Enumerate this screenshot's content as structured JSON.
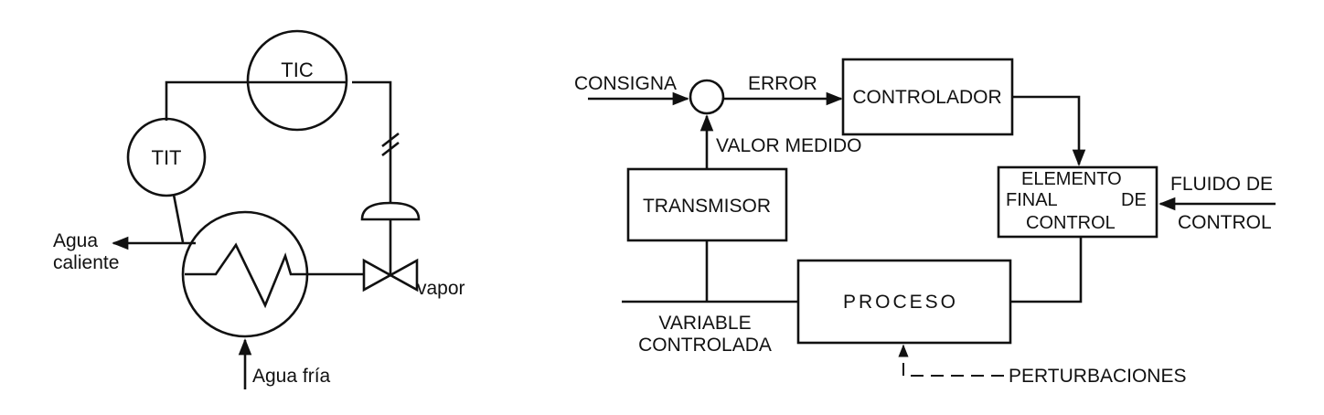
{
  "left_diagram": {
    "instrument_top": "TIC",
    "instrument_left": "TIT",
    "hot_water_line1": "Agua",
    "hot_water_line2": "caliente",
    "cold_water": "Agua fría",
    "steam": "vapor"
  },
  "right_diagram": {
    "setpoint": "CONSIGNA",
    "error": "ERROR",
    "controller": "CONTROLADOR",
    "measured_value": "VALOR MEDIDO",
    "final_element_line1": "ELEMENTO",
    "final_element_line2a": "FINAL",
    "final_element_line2b": "DE",
    "final_element_line3": "CONTROL",
    "control_fluid_line1": "FLUIDO DE",
    "control_fluid_line2": "CONTROL",
    "transmitter": "TRANSMISOR",
    "process": "PROCESO",
    "controlled_var_line1": "VARIABLE",
    "controlled_var_line2": "CONTROLADA",
    "disturbances": "PERTURBACIONES"
  },
  "colors": {
    "ink": "#111111",
    "background": "#ffffff"
  }
}
